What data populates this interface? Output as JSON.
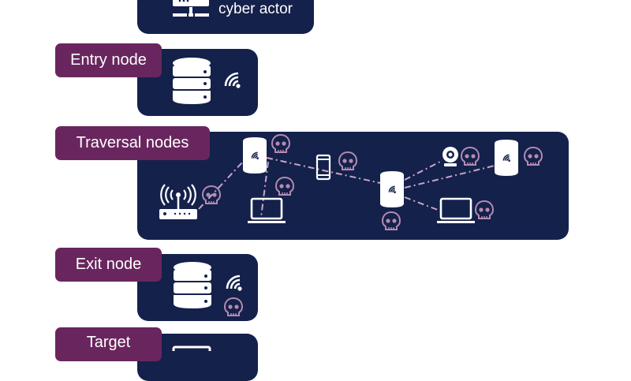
{
  "actor": {
    "label": "cyber actor"
  },
  "stages": {
    "entry": {
      "label": "Entry node"
    },
    "traversal": {
      "label": "Traversal nodes"
    },
    "exit": {
      "label": "Exit node"
    },
    "target": {
      "label": "Target"
    }
  },
  "colors": {
    "panel": "#14214b",
    "label": "#69265e",
    "skull": "#b48bb1",
    "link": "#c9a6c6"
  }
}
